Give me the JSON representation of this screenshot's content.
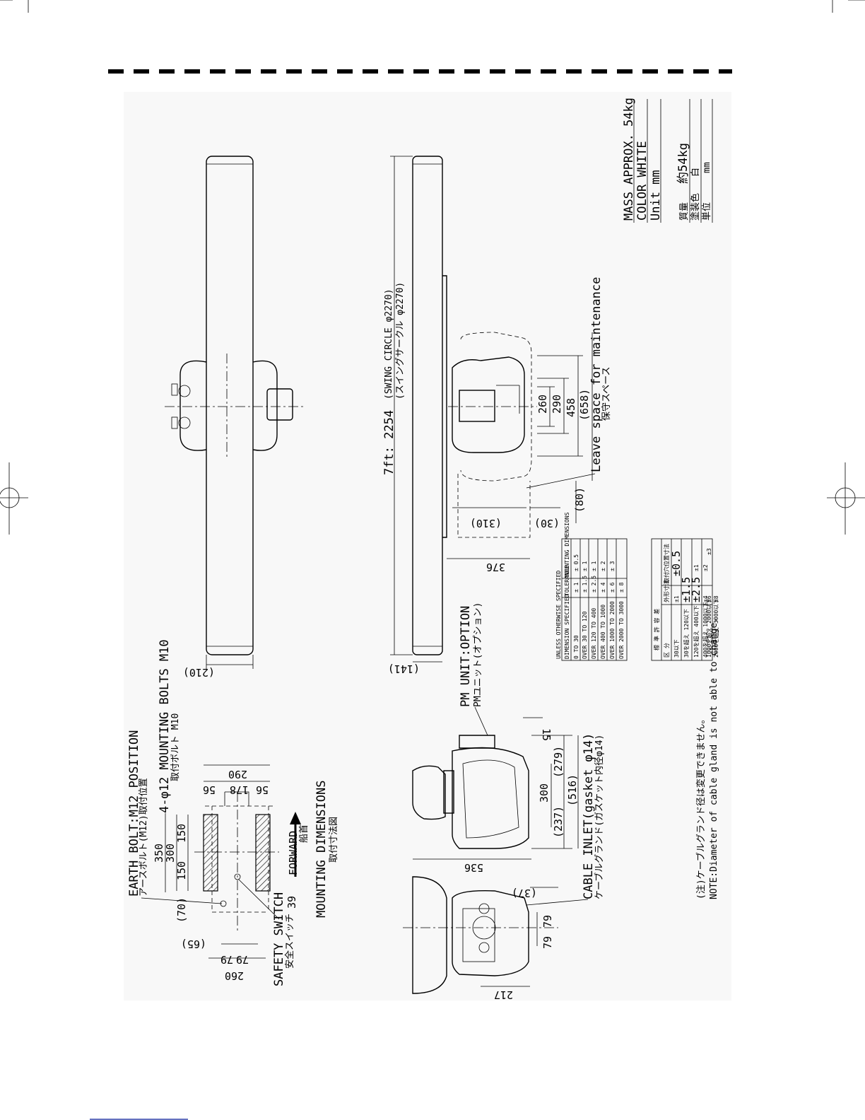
{
  "header_rule_color": "#000000",
  "mass_block": {
    "mass": "MASS  APPROX. 54kg",
    "color": "COLOR WHITE",
    "unit": "Unit  mm",
    "mass_jp_label": "質量",
    "mass_jp_value": "約54kg",
    "color_jp_label": "塗装色",
    "color_jp_value": "白",
    "unit_jp_label": "単位",
    "unit_jp_value": "mm"
  },
  "antenna_dims": {
    "dia_210": "(210)",
    "dia_141": "(141)",
    "length_main": "7ft:  2254",
    "swing_circle": "(SWING CIRCLE φ2270)",
    "swing_circle_jp": "(スイングサークル φ2270)",
    "d376": "376",
    "d310": "(310)",
    "d30": "(30)",
    "d80": "(80)",
    "d260": "260",
    "d290": "290",
    "d458": "458",
    "d658": "(658)",
    "maintenance": "Leave space for maintenance",
    "maintenance_jp": "保守スペース"
  },
  "tolerance_table": {
    "title": "UNLESS  OTHERWISE  SPECIFIED",
    "headers": [
      "DIMENSION  SPECIFIED",
      "TOLERANCE",
      "MOUNTING DIMENSIONS"
    ],
    "rows": [
      [
        "0    TO   30",
        "± 1",
        "± 0.5"
      ],
      [
        "OVER   30   TO   120",
        "± 1.5",
        "± 1"
      ],
      [
        "OVER  120   TO   400",
        "± 2.5",
        "± 1"
      ],
      [
        "OVER  400   TO  1000",
        "± 4",
        "± 2"
      ],
      [
        "OVER 1000   TO  2000",
        "± 6",
        "± 3"
      ],
      [
        "OVER 2000   TO  3000",
        "± 8",
        ""
      ]
    ]
  },
  "tolerance_table_jp": {
    "title": "標  準  許  容  差",
    "headers": [
      "区    分",
      "外形寸法",
      "取付穴位置寸法"
    ],
    "rows": [
      [
        "30以下",
        "±1",
        "±0.5"
      ],
      [
        "30を超え  120以下",
        "±1.5",
        ""
      ],
      [
        "120を超え  400以下",
        "±2.5",
        "±1"
      ],
      [
        "400を超え  1000以下",
        "±4",
        "±2"
      ],
      [
        "1000を超え  2000以下",
        "±6",
        "±3"
      ],
      [
        "2000を超え  3000以下",
        "±8",
        ""
      ]
    ]
  },
  "pm_unit": {
    "label": "PM UNIT:OPTION",
    "label_jp": "PMユニット(オプション)"
  },
  "side_view": {
    "d15": "15",
    "d279": "(279)",
    "d300": "300",
    "d516": "(516)",
    "d237": "(237)",
    "d536": "536",
    "cable_inlet": "CABLE INLET(gasket φ14)",
    "cable_inlet_jp": "ケーブルグランド(ガスケット内径φ14)",
    "note_jp": "(注)ケーブルグランド径は変更できません。",
    "note": "NOTE:Diameter of cable gland is not able to change."
  },
  "rear_view": {
    "d37": "(37)",
    "d79a": "79",
    "d79b": "79",
    "d217": "217"
  },
  "mounting": {
    "earth_bolt": "EARTH BOLT:M12 POSITION",
    "earth_bolt_jp": "アースボルト(M12)取付位置",
    "mounting_bolts": "4-φ12 MOUNTING BOLTS M10",
    "mounting_bolts_jp": "取付ボルト M10",
    "d290": "290",
    "d56a": "56",
    "d178": "178",
    "d56b": "56",
    "d350": "350",
    "d300": "300",
    "d150a": "150",
    "d150b": "150",
    "d70": "(70)",
    "d65": "(65)",
    "d79a": "79",
    "d79b": "79",
    "d260": "260",
    "d39": "39",
    "forward": "FORWARD",
    "forward_jp": "船首",
    "title": "MOUNTING DIMENSIONS",
    "title_jp": "取付寸法図",
    "safety_switch": "SAFETY SWITCH",
    "safety_switch_jp": "安全スイッチ"
  }
}
